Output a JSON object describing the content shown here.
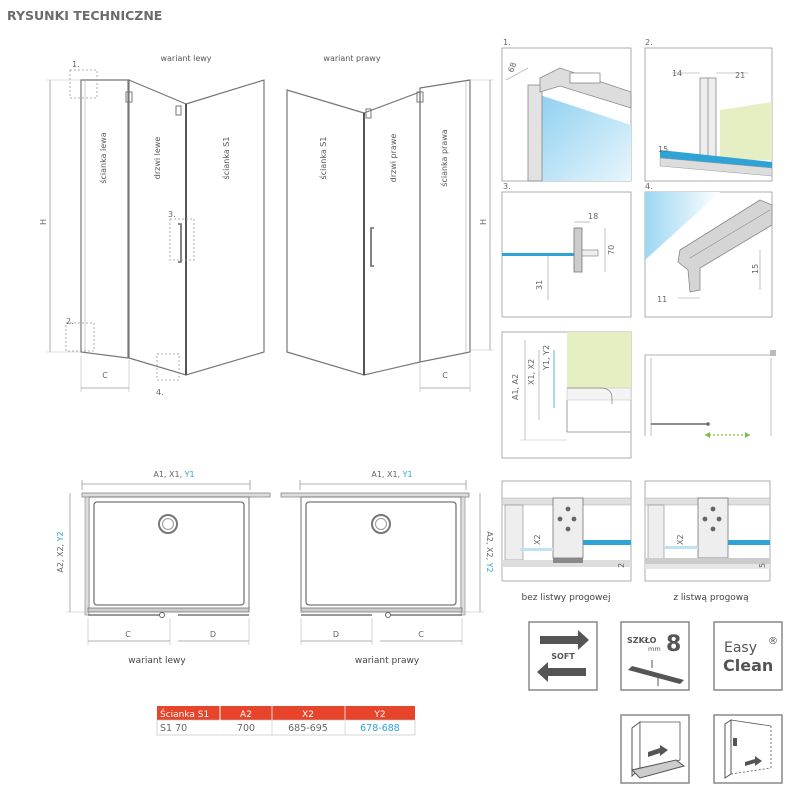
{
  "header": {
    "title": "RYSUNKI TECHNICZNE"
  },
  "front": {
    "left_title": "wariant lewy",
    "right_title": "wariant prawy",
    "panels_left": [
      "ścianka lewa",
      "drzwi lewe",
      "ścianka S1"
    ],
    "panels_right": [
      "ścianka S1",
      "drzwi prawe",
      "ścianka prawa"
    ],
    "dim_h": "H",
    "dim_c": "C",
    "callouts": [
      "1.",
      "2.",
      "3.",
      "4."
    ]
  },
  "plan": {
    "width_label_main": "A1, X1, ",
    "width_label_blue": "Y1",
    "depth_label_main": "A2, X2, ",
    "depth_label_blue": "Y2",
    "left": {
      "c": "C",
      "d": "D",
      "caption": "wariant lewy"
    },
    "right": {
      "c": "C",
      "d": "D",
      "caption": "wariant prawy"
    }
  },
  "details": {
    "d1": {
      "num": "1.",
      "dims": [
        "68"
      ]
    },
    "d2": {
      "num": "2.",
      "dims": [
        "14",
        "21",
        "15"
      ]
    },
    "d3": {
      "num": "3.",
      "dims": [
        "18",
        "70",
        "31"
      ]
    },
    "d4": {
      "num": "4.",
      "dims": [
        "15",
        "11"
      ]
    },
    "side": {
      "a": "A1, A2",
      "x": "X1, X2",
      "y": "Y1, Y2"
    }
  },
  "threshold": {
    "without": "bez listwy progowej",
    "with": "z listwą progową",
    "x2": "X2",
    "v2": "2",
    "v5": "5"
  },
  "table": {
    "headers": [
      "Ścianka S1",
      "A2",
      "X2",
      "Y2"
    ],
    "row": [
      "S1 70",
      "700",
      "685-695",
      "678-688"
    ]
  },
  "badges": {
    "soft": "SOFT",
    "glass_word": "SZKŁO",
    "glass_unit": "mm",
    "glass_value": "8",
    "easy": "Easy",
    "clean": "Clean",
    "reg": "®"
  },
  "colors": {
    "header_red": "#e8442b",
    "blue": "#2fa3d6",
    "glass_blue": "#bfe3f5",
    "lime": "#e6efc4",
    "text": "#555555",
    "green": "#7bc043"
  }
}
